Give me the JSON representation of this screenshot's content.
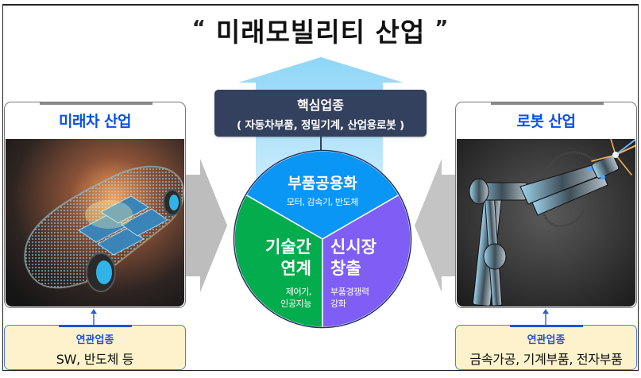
{
  "title": {
    "open_quote": "“",
    "text": "미래모빌리티 산업",
    "close_quote": "”"
  },
  "core": {
    "heading": "핵심업종",
    "subtitle": "( 자동차부품, 정밀기계, 산업용로봇 )"
  },
  "circle": {
    "segments": [
      {
        "id": "top",
        "heading": "부품공용화",
        "detail": "모터, 감속기, 반도체",
        "color": "#0a96f5"
      },
      {
        "id": "left",
        "heading_lines": [
          "기술간",
          "연계"
        ],
        "detail_lines": [
          "제어기,",
          "인공지능"
        ],
        "color": "#03ad4e"
      },
      {
        "id": "right",
        "heading_lines": [
          "신시장",
          "창출"
        ],
        "detail_lines": [
          "부품경쟁력",
          "강화"
        ],
        "color": "#7f5ef5"
      }
    ],
    "border_color": "#233066"
  },
  "left_panel": {
    "title": "미래차 산업",
    "image": "electric-car-battery-wireframe-illustration",
    "related": {
      "label": "연관업종",
      "value": "SW, 반도체 등"
    }
  },
  "right_panel": {
    "title": "로봇 산업",
    "image": "industrial-robot-arm-illustration",
    "related": {
      "label": "연관업종",
      "value": "금속가공, 기계부품, 전자부품"
    }
  },
  "colors": {
    "title_blue": "#0a50e6",
    "core_box": "#33405e",
    "up_arrow": "#a8dcf5",
    "side_arrows": "#bdbdbd",
    "related_bg": "#fdf2cc",
    "related_border": "#4f7be0"
  }
}
